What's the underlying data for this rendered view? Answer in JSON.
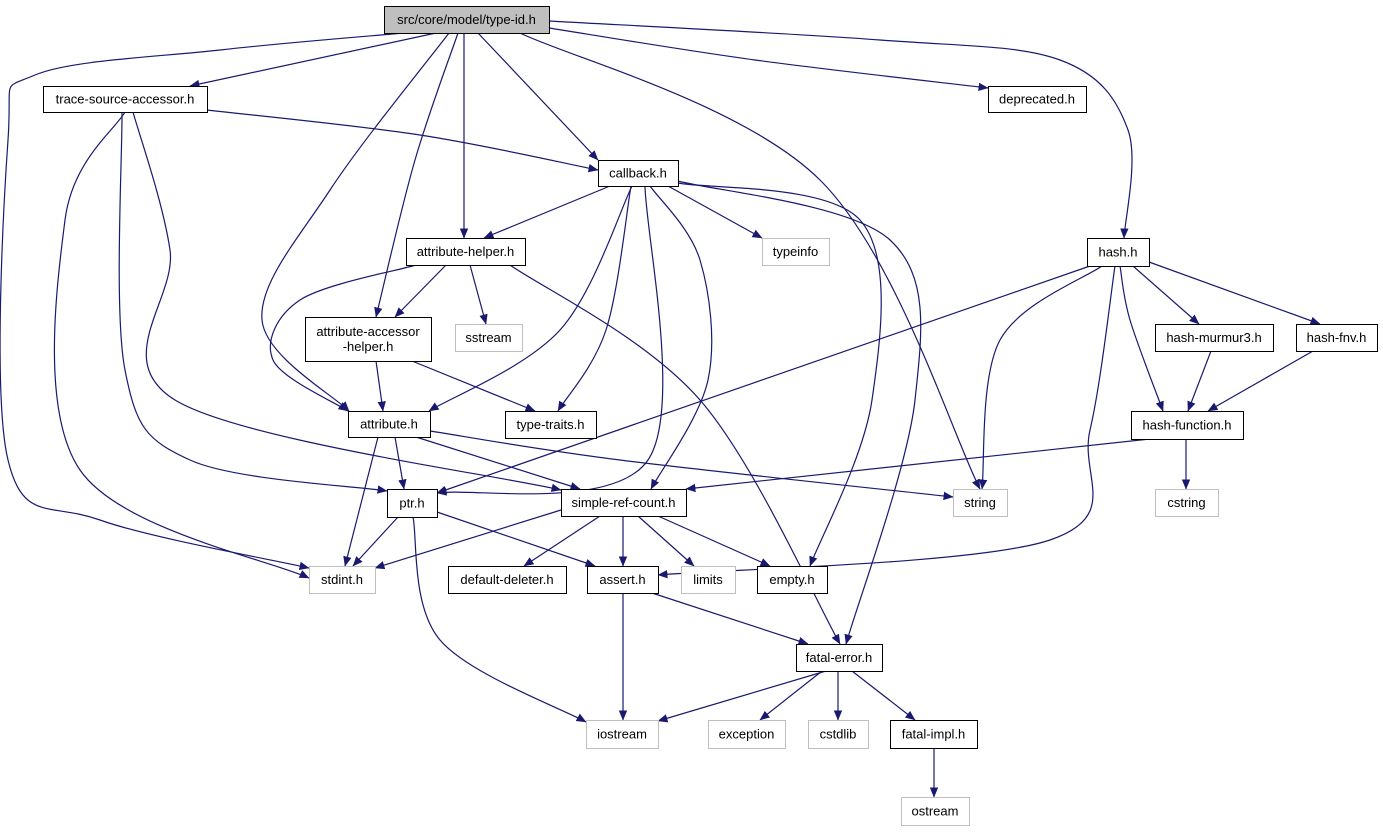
{
  "colors": {
    "edge": "#191970",
    "box_border": "#000000",
    "ext_border": "#bfbfbf",
    "root_fill": "#bfbfbf",
    "text": "#000000",
    "ext_text": "#000000"
  },
  "nodes": [
    {
      "id": "type-id",
      "label": "src/core/model/type-id.h",
      "kind": "root"
    },
    {
      "id": "trace-source-accessor",
      "label": "trace-source-accessor.h",
      "kind": "file"
    },
    {
      "id": "deprecated",
      "label": "deprecated.h",
      "kind": "file"
    },
    {
      "id": "callback",
      "label": "callback.h",
      "kind": "file"
    },
    {
      "id": "hash",
      "label": "hash.h",
      "kind": "file"
    },
    {
      "id": "attribute-helper",
      "label": "attribute-helper.h",
      "kind": "file"
    },
    {
      "id": "typeinfo",
      "label": "typeinfo",
      "kind": "external"
    },
    {
      "id": "attribute-accessor-helper",
      "label": "attribute-accessor\n-helper.h",
      "kind": "file"
    },
    {
      "id": "sstream",
      "label": "sstream",
      "kind": "external"
    },
    {
      "id": "hash-murmur3",
      "label": "hash-murmur3.h",
      "kind": "file"
    },
    {
      "id": "hash-fnv",
      "label": "hash-fnv.h",
      "kind": "file"
    },
    {
      "id": "attribute",
      "label": "attribute.h",
      "kind": "file"
    },
    {
      "id": "type-traits",
      "label": "type-traits.h",
      "kind": "file"
    },
    {
      "id": "hash-function",
      "label": "hash-function.h",
      "kind": "file"
    },
    {
      "id": "ptr",
      "label": "ptr.h",
      "kind": "file"
    },
    {
      "id": "simple-ref-count",
      "label": "simple-ref-count.h",
      "kind": "file"
    },
    {
      "id": "string",
      "label": "string",
      "kind": "external"
    },
    {
      "id": "cstring",
      "label": "cstring",
      "kind": "external"
    },
    {
      "id": "stdint",
      "label": "stdint.h",
      "kind": "external"
    },
    {
      "id": "default-deleter",
      "label": "default-deleter.h",
      "kind": "file"
    },
    {
      "id": "assert",
      "label": "assert.h",
      "kind": "file"
    },
    {
      "id": "limits",
      "label": "limits",
      "kind": "external"
    },
    {
      "id": "empty",
      "label": "empty.h",
      "kind": "file"
    },
    {
      "id": "fatal-error",
      "label": "fatal-error.h",
      "kind": "file"
    },
    {
      "id": "iostream",
      "label": "iostream",
      "kind": "external"
    },
    {
      "id": "exception",
      "label": "exception",
      "kind": "external"
    },
    {
      "id": "cstdlib",
      "label": "cstdlib",
      "kind": "external"
    },
    {
      "id": "fatal-impl",
      "label": "fatal-impl.h",
      "kind": "file"
    },
    {
      "id": "ostream",
      "label": "ostream",
      "kind": "external"
    }
  ],
  "edges": [
    {
      "from": "type-id",
      "to": "trace-source-accessor"
    },
    {
      "from": "type-id",
      "to": "deprecated"
    },
    {
      "from": "type-id",
      "to": "callback"
    },
    {
      "from": "type-id",
      "to": "hash"
    },
    {
      "from": "type-id",
      "to": "attribute-helper"
    },
    {
      "from": "type-id",
      "to": "attribute-accessor-helper"
    },
    {
      "from": "type-id",
      "to": "attribute"
    },
    {
      "from": "type-id",
      "to": "string"
    },
    {
      "from": "type-id",
      "to": "stdint"
    },
    {
      "from": "trace-source-accessor",
      "to": "callback"
    },
    {
      "from": "trace-source-accessor",
      "to": "ptr"
    },
    {
      "from": "trace-source-accessor",
      "to": "simple-ref-count"
    },
    {
      "from": "trace-source-accessor",
      "to": "stdint"
    },
    {
      "from": "callback",
      "to": "attribute-helper"
    },
    {
      "from": "callback",
      "to": "typeinfo"
    },
    {
      "from": "callback",
      "to": "attribute"
    },
    {
      "from": "callback",
      "to": "type-traits"
    },
    {
      "from": "callback",
      "to": "ptr"
    },
    {
      "from": "callback",
      "to": "simple-ref-count"
    },
    {
      "from": "callback",
      "to": "empty"
    },
    {
      "from": "callback",
      "to": "fatal-error"
    },
    {
      "from": "attribute-helper",
      "to": "attribute-accessor-helper"
    },
    {
      "from": "attribute-helper",
      "to": "sstream"
    },
    {
      "from": "attribute-helper",
      "to": "attribute"
    },
    {
      "from": "attribute-helper",
      "to": "fatal-error"
    },
    {
      "from": "attribute-accessor-helper",
      "to": "attribute"
    },
    {
      "from": "attribute-accessor-helper",
      "to": "type-traits"
    },
    {
      "from": "hash",
      "to": "hash-murmur3"
    },
    {
      "from": "hash",
      "to": "hash-fnv"
    },
    {
      "from": "hash",
      "to": "hash-function"
    },
    {
      "from": "hash",
      "to": "string"
    },
    {
      "from": "hash",
      "to": "ptr"
    },
    {
      "from": "hash",
      "to": "assert"
    },
    {
      "from": "hash-murmur3",
      "to": "hash-function"
    },
    {
      "from": "hash-fnv",
      "to": "hash-function"
    },
    {
      "from": "hash-function",
      "to": "simple-ref-count"
    },
    {
      "from": "hash-function",
      "to": "cstring"
    },
    {
      "from": "attribute",
      "to": "ptr"
    },
    {
      "from": "attribute",
      "to": "simple-ref-count"
    },
    {
      "from": "attribute",
      "to": "string"
    },
    {
      "from": "attribute",
      "to": "stdint"
    },
    {
      "from": "ptr",
      "to": "stdint"
    },
    {
      "from": "ptr",
      "to": "assert"
    },
    {
      "from": "ptr",
      "to": "iostream"
    },
    {
      "from": "simple-ref-count",
      "to": "stdint"
    },
    {
      "from": "simple-ref-count",
      "to": "default-deleter"
    },
    {
      "from": "simple-ref-count",
      "to": "assert"
    },
    {
      "from": "simple-ref-count",
      "to": "limits"
    },
    {
      "from": "simple-ref-count",
      "to": "empty"
    },
    {
      "from": "assert",
      "to": "iostream"
    },
    {
      "from": "assert",
      "to": "fatal-error"
    },
    {
      "from": "fatal-error",
      "to": "iostream"
    },
    {
      "from": "fatal-error",
      "to": "exception"
    },
    {
      "from": "fatal-error",
      "to": "cstdlib"
    },
    {
      "from": "fatal-error",
      "to": "fatal-impl"
    },
    {
      "from": "fatal-impl",
      "to": "ostream"
    }
  ]
}
